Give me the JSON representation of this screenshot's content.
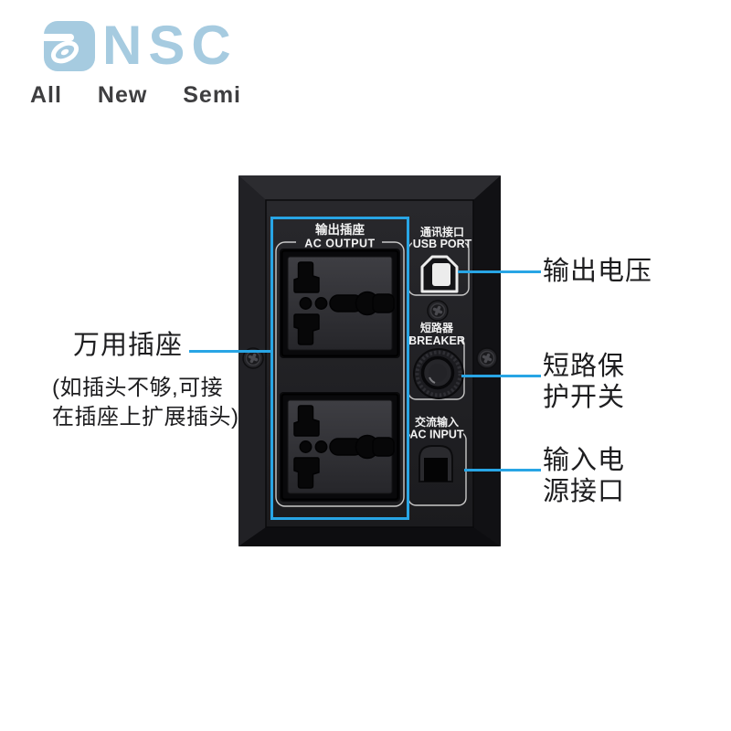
{
  "brand": {
    "logo_text": "NSC",
    "logo_mark": "a-swirl-mark",
    "tagline": [
      "All",
      "New",
      "Semi"
    ]
  },
  "device": {
    "ac_output": {
      "label_cn": "输出插座",
      "label_en": "AC OUTPUT"
    },
    "usb": {
      "label_cn": "通讯接口",
      "label_en": "USB PORT"
    },
    "breaker": {
      "label_cn": "短路器",
      "label_en": "BREAKER"
    },
    "ac_input": {
      "label_cn": "交流输入",
      "label_en": "AC INPUT"
    }
  },
  "annotations": {
    "universal_socket": {
      "title": "万用插座",
      "note_line1": "(如插头不够,可接",
      "note_line2": "在插座上扩展插头)"
    },
    "output_voltage": {
      "label": "输出电压"
    },
    "breaker_switch": {
      "line1": "短路保",
      "line2": "护开关"
    },
    "input_power": {
      "line1": "输入电",
      "line2": "源接口"
    }
  },
  "colors": {
    "accent_blue": "#28a5e5",
    "logo_blue": "#a6cbe0",
    "panel_black": "#1d1d20",
    "label_white": "#f2f2f2",
    "text_dark": "#1d1d1f"
  }
}
